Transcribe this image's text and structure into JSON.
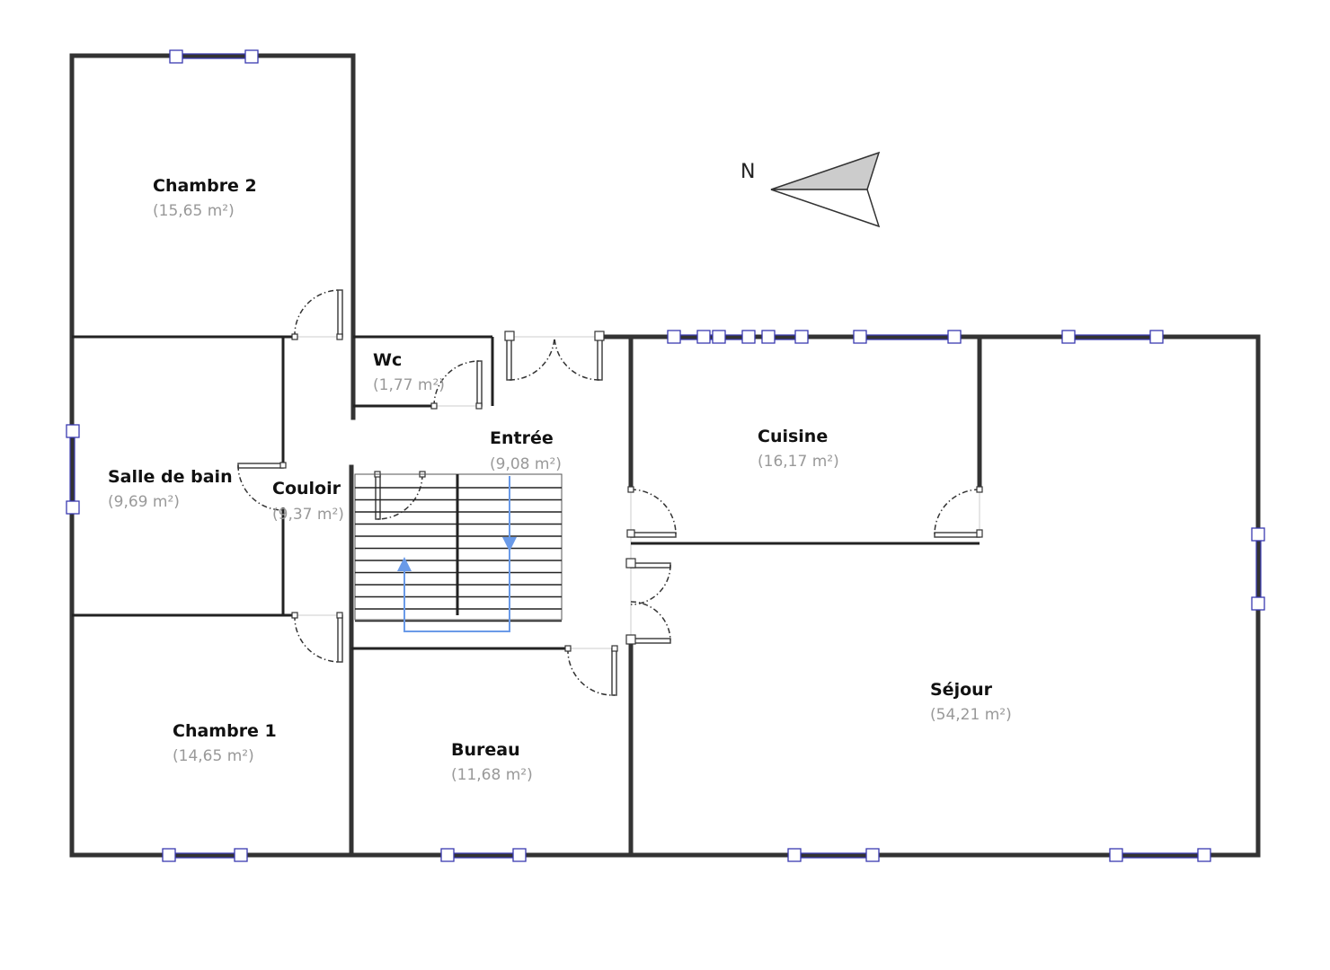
{
  "compass": {
    "label": "N",
    "fill": "#cccccc"
  },
  "rooms": {
    "chambre2": {
      "name": "Chambre 2",
      "area": "(15,65 m²)"
    },
    "wc": {
      "name": "Wc",
      "area": "(1,77 m²)"
    },
    "entree": {
      "name": "Entrée",
      "area": "(9,08 m²)"
    },
    "cuisine": {
      "name": "Cuisine",
      "area": "(16,17 m²)"
    },
    "salle_de_bain": {
      "name": "Salle de bain",
      "area": "(9,69 m²)"
    },
    "couloir": {
      "name": "Couloir",
      "area": "(9,37 m²)"
    },
    "sejour": {
      "name": "Séjour",
      "area": "(54,21 m²)"
    },
    "chambre1": {
      "name": "Chambre 1",
      "area": "(14,65 m²)"
    },
    "bureau": {
      "name": "Bureau",
      "area": "(11,68 m²)"
    }
  },
  "colors": {
    "wall": "#333333",
    "window": "#3a3ab0",
    "stair_path": "#6a9ae8"
  }
}
